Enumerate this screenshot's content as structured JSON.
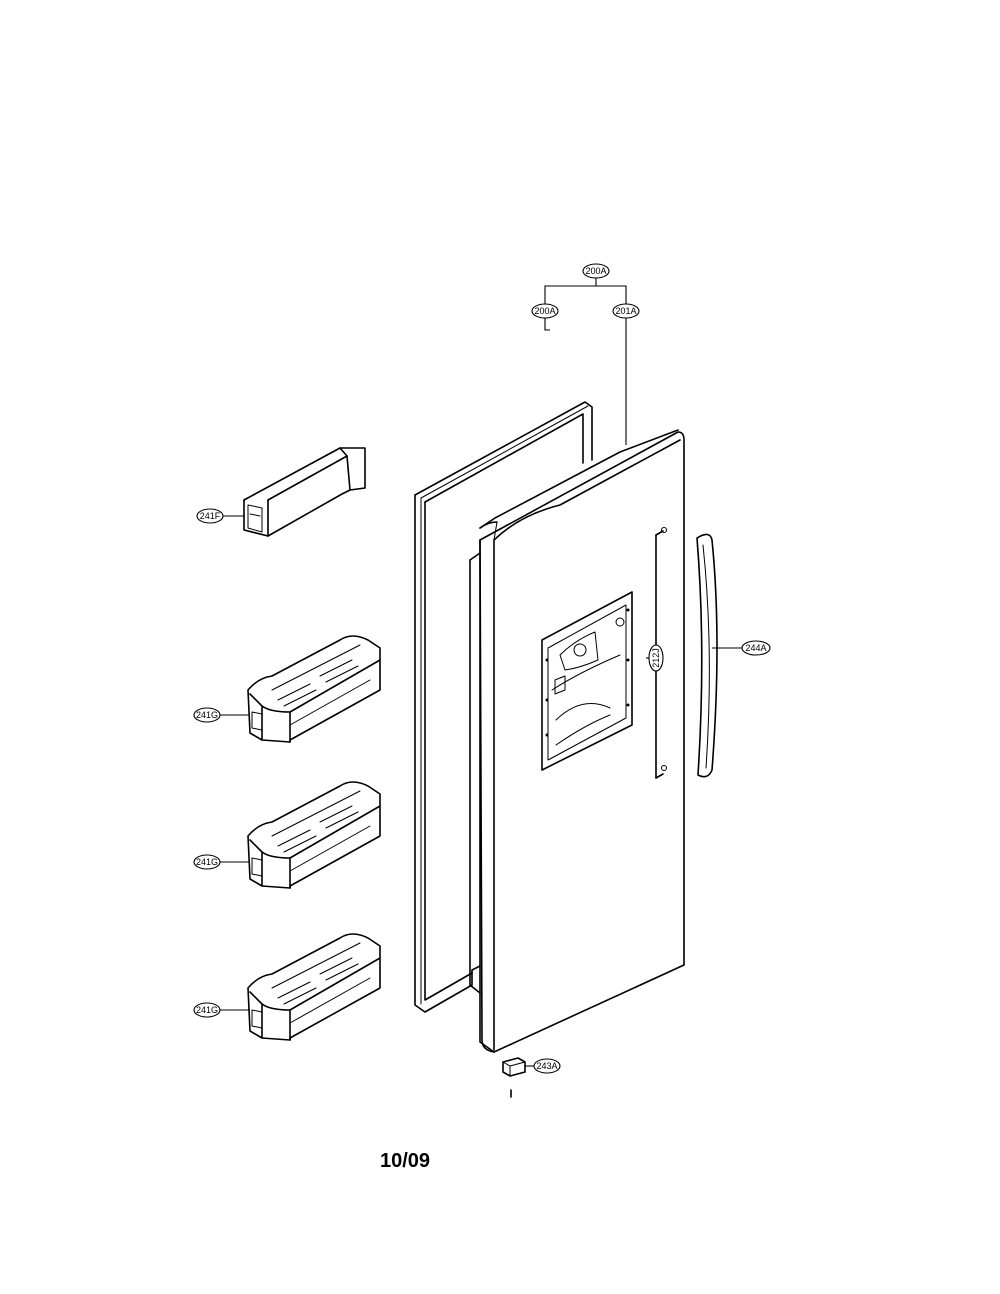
{
  "callouts": {
    "door_assembly_top": "200A",
    "gasket": "200A",
    "door_shell": "201A",
    "door_bin_small": "241F",
    "door_bin_1": "241G",
    "door_bin_2": "241G",
    "door_bin_3": "241G",
    "dispenser_cover": "212J",
    "handle": "244A",
    "hinge_cap": "243A"
  },
  "footer": {
    "date": "10/09"
  }
}
